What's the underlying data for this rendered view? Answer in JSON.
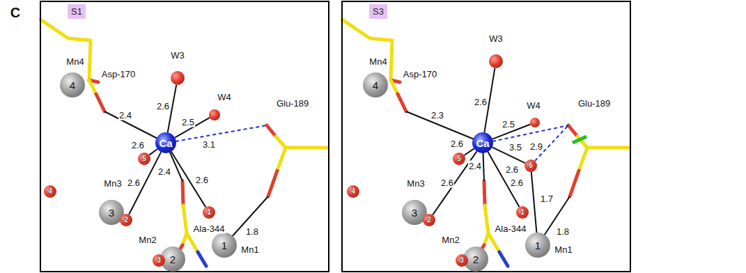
{
  "diagram": {
    "nodes": [
      {
        "text": [
          "S1"
        ]
      },
      {
        "text": [
          "4",
          "Mn4"
        ],
        "in": 0
      },
      {
        "text": [
          "W3"
        ],
        "in": 0
      },
      {
        "text": [
          "W4"
        ],
        "in": 0
      },
      {
        "text": [
          "Ca"
        ],
        "in": 0
      },
      {
        "text": [
          "5"
        ],
        "in": 0
      },
      {
        "text": [
          "4"
        ],
        "in": 0
      },
      {
        "text": [
          "3",
          "Mn3"
        ],
        "in": 0
      },
      {
        "text": [
          "2"
        ],
        "in": 0
      },
      {
        "text": [
          "2",
          "Mn2"
        ],
        "in": 0
      },
      {
        "text": [
          "3"
        ],
        "in": 0
      },
      {
        "text": [
          "1",
          "Mn1"
        ],
        "in": 0
      },
      {
        "text": [
          "1"
        ],
        "in": 0
      },
      {
        "text": [
          "S3"
        ]
      },
      {
        "text": [
          "4",
          "Mn4"
        ],
        "in": 13
      },
      {
        "text": [
          "W3"
        ],
        "in": 13
      },
      {
        "text": [
          "W4"
        ],
        "in": 13
      },
      {
        "text": [
          "Ca"
        ],
        "in": 13
      },
      {
        "text": [
          "5"
        ],
        "in": 13
      },
      {
        "text": [
          "6"
        ],
        "in": 13
      },
      {
        "text": [
          "4"
        ],
        "in": 13
      },
      {
        "text": [
          "3",
          "Mn3"
        ],
        "in": 13
      },
      {
        "text": [
          "2"
        ],
        "in": 13
      },
      {
        "text": [
          "2",
          "Mn2"
        ],
        "in": 13
      },
      {
        "text": [
          "3"
        ],
        "in": 13
      },
      {
        "text": [
          "1",
          "Mn1"
        ],
        "in": 13
      },
      {
        "text": [
          "1"
        ],
        "in": 13
      }
    ],
    "edges": [
      {
        "from": 4,
        "to": 2,
        "label": "2.6",
        "arrow": "none"
      },
      {
        "from": 4,
        "to": 3,
        "label": "2.5",
        "arrow": "none"
      },
      {
        "from": 4,
        "to": 5,
        "label": "2.6",
        "arrow": "none"
      },
      {
        "from": 4,
        "to": 8,
        "label": "2.6",
        "arrow": "none"
      },
      {
        "from": 4,
        "to": 12,
        "label": "2.6",
        "arrow": "none"
      },
      {
        "from": 17,
        "to": 15,
        "label": "2.6",
        "arrow": "none"
      },
      {
        "from": 17,
        "to": 16,
        "label": "2.5",
        "arrow": "none"
      },
      {
        "from": 17,
        "to": 18,
        "label": "2.6",
        "arrow": "none"
      },
      {
        "from": 17,
        "to": 22,
        "label": "2.6",
        "arrow": "none"
      },
      {
        "from": 17,
        "to": 19,
        "label": "2.6",
        "arrow": "none"
      },
      {
        "from": 17,
        "to": 26,
        "label": "2.6",
        "arrow": "none"
      },
      {
        "from": 19,
        "to": 25,
        "label": "1.7",
        "arrow": "none"
      }
    ],
    "labels": [
      "C",
      "Asp-170",
      "Glu-189",
      "2.4",
      "3.1",
      "2.4",
      "Ala-344",
      "1.8",
      "Asp-170",
      "Glu-189",
      "2.3",
      "3.5",
      "2.9",
      "2.4",
      "Ala-344",
      "1.8"
    ]
  }
}
